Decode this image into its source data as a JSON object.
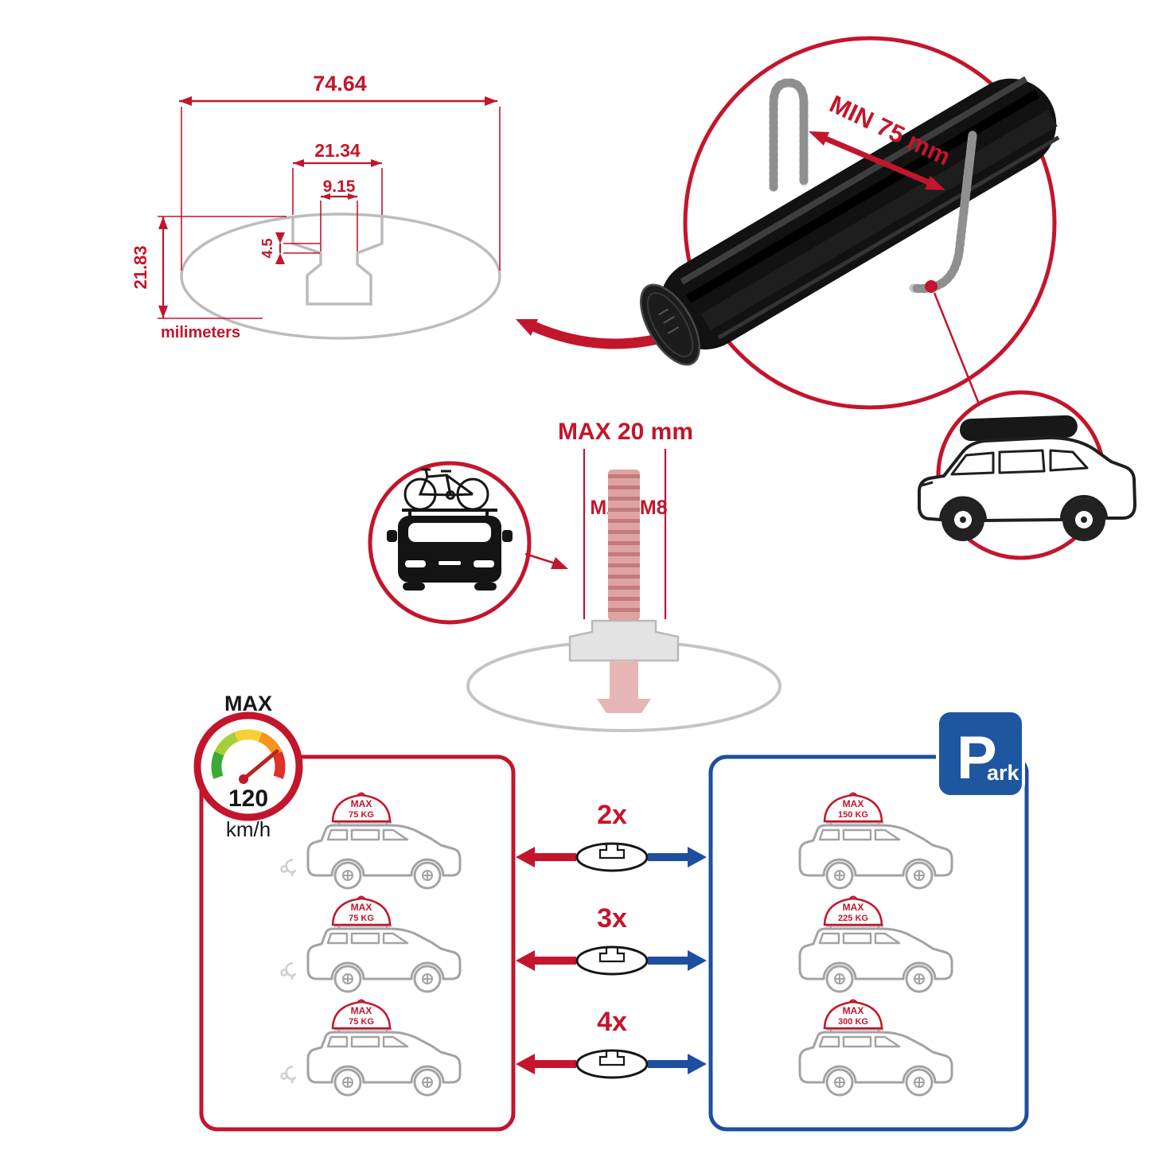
{
  "colors": {
    "red": "#c3152c",
    "blue": "#1d4f9e",
    "gray": "#b5b5b5",
    "black": "#161616"
  },
  "profile_dimensions": {
    "total_width": "74.64",
    "channel_width": "21.34",
    "slot_width": "9.15",
    "lip_height": "4.5",
    "total_height": "21.83",
    "units": "milimeters"
  },
  "clamp_detail": {
    "min_spacing": "MIN 75 mm"
  },
  "bolt_detail": {
    "max_length": "MAX 20 mm",
    "max_thread": "MAX M8"
  },
  "speed_limit": {
    "label": "MAX",
    "value": "120",
    "units": "km/h"
  },
  "load_chart": {
    "multipliers": [
      "2x",
      "3x",
      "4x"
    ],
    "per_bar": [
      {
        "label": "MAX",
        "value": "75 KG"
      },
      {
        "label": "MAX",
        "value": "75 KG"
      },
      {
        "label": "MAX",
        "value": "75 KG"
      }
    ],
    "total": [
      {
        "label": "MAX",
        "value": "150 KG"
      },
      {
        "label": "MAX",
        "value": "225 KG"
      },
      {
        "label": "MAX",
        "value": "300 KG"
      }
    ]
  },
  "park_logo": {
    "initial": "P",
    "rest": "ark"
  }
}
